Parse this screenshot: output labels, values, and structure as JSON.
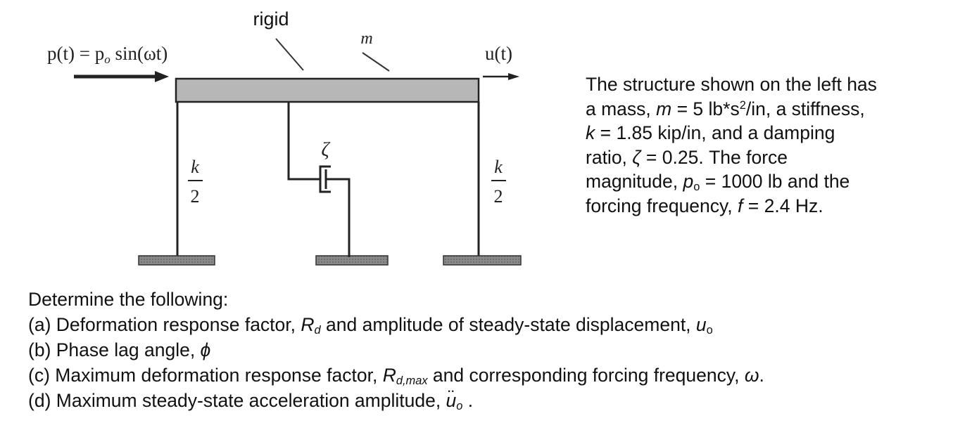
{
  "figure": {
    "label_rigid": "rigid",
    "label_mass": "m",
    "label_force": "p(t) = p",
    "label_force_sub": "o",
    "label_force_tail": " sin(ωt)",
    "label_disp": "u(t)",
    "label_damping": "ζ",
    "label_k_num": "k",
    "label_k_den": "2"
  },
  "description": {
    "line1": "The structure shown on the left has",
    "line2a": "a mass, ",
    "line2_m": "m",
    "line2b": " = 5 lb*s",
    "line2_sup": "2",
    "line2c": "/in, a stiffness,",
    "line3_k": "k",
    "line3b": " = 1.85 kip/in, and a damping",
    "line4a": "ratio, ",
    "line4_zeta": "ζ",
    "line4b": " = 0.25. The force",
    "line5a": "magnitude, ",
    "line5_p": "p",
    "line5_sub": "o",
    "line5b": " = 1000 lb and the",
    "line6a": "forcing frequency, ",
    "line6_f": "f",
    "line6b": " = 2.4 Hz."
  },
  "questions": {
    "heading": "Determine the following:",
    "a_pre": "(a) Deformation response factor, ",
    "a_R": "R",
    "a_Rsub": "d",
    "a_mid": " and amplitude of steady-state displacement, ",
    "a_u": "u",
    "a_usub": "o",
    "b_pre": "(b) Phase lag angle, ",
    "b_phi": "ϕ",
    "c_pre": "(c) Maximum deformation response factor, ",
    "c_R": "R",
    "c_Rsub": "d,max",
    "c_mid": " and corresponding forcing frequency, ",
    "c_omega": "ω",
    "c_end": ".",
    "d_pre": "(d) Maximum steady-state acceleration amplitude, ",
    "d_u": "u",
    "d_usub": "o",
    "d_end": " ."
  }
}
